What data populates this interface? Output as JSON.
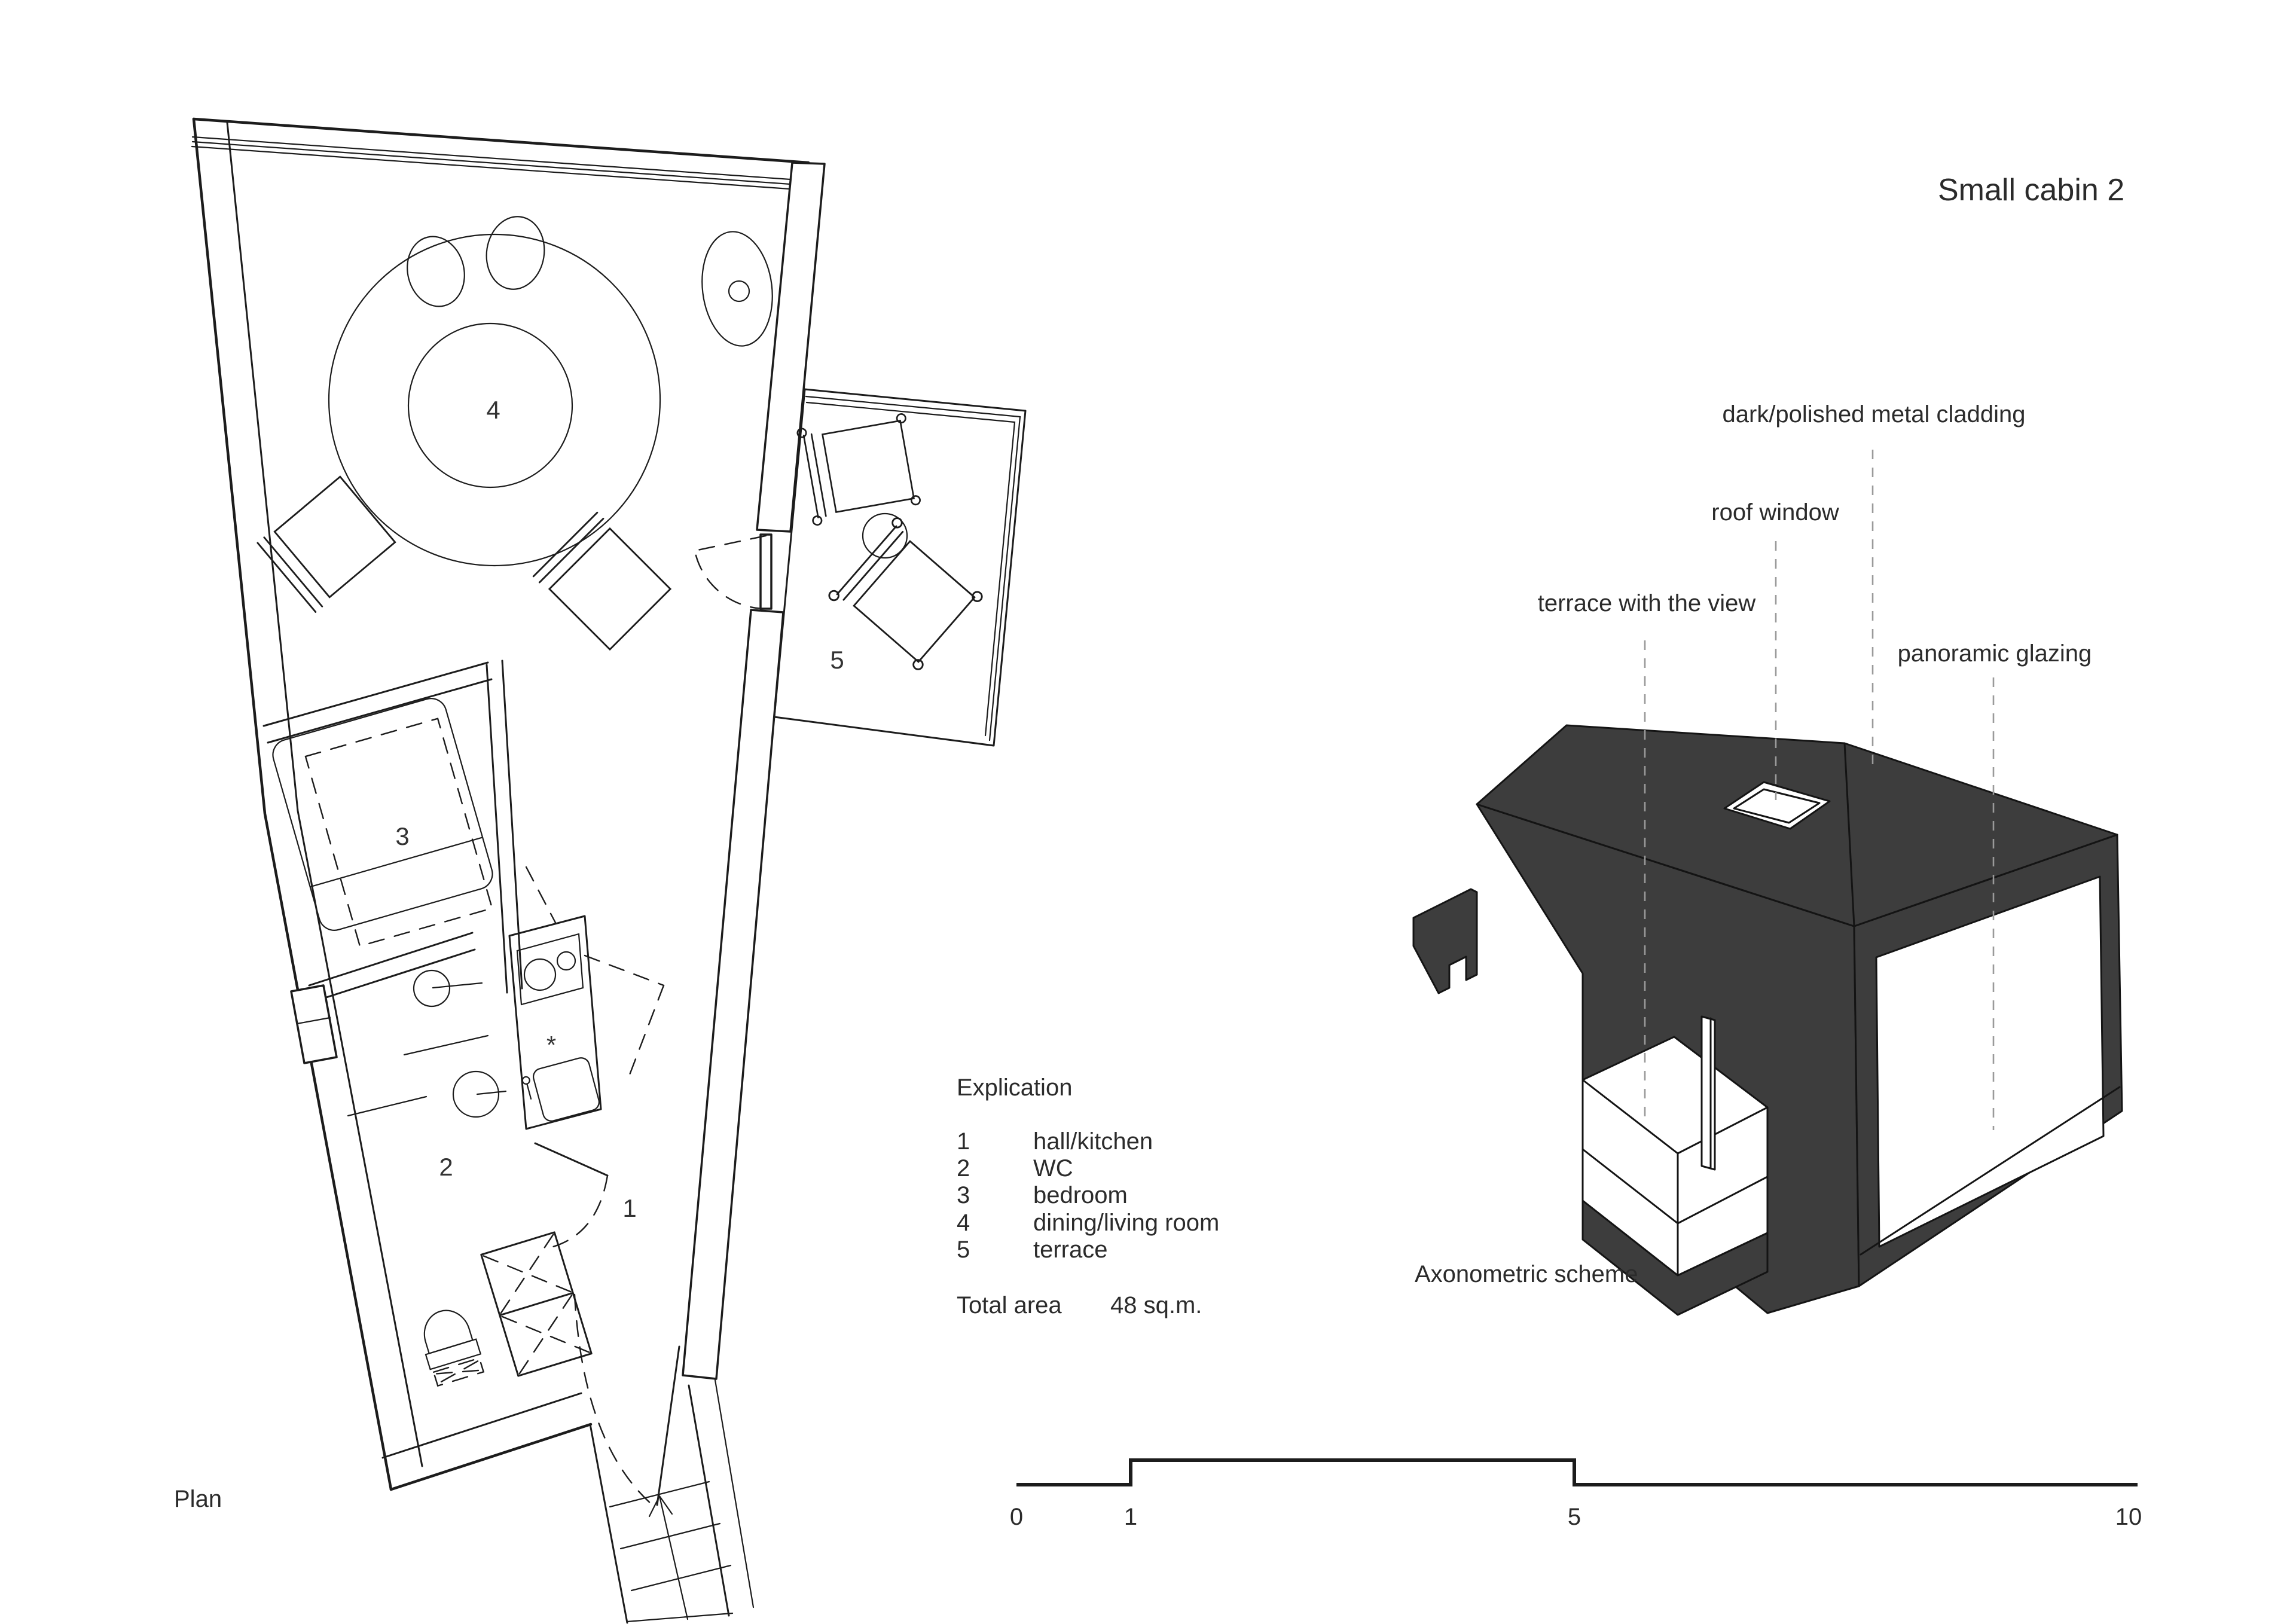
{
  "title": "Small cabin 2",
  "plan": {
    "caption": "Plan",
    "room_numbers": {
      "n1": "1",
      "n2": "2",
      "n3": "3",
      "n4": "4",
      "n5": "5"
    }
  },
  "explication": {
    "heading": "Explication",
    "items": [
      {
        "num": "1",
        "label": "hall/kitchen"
      },
      {
        "num": "2",
        "label": "WC"
      },
      {
        "num": "3",
        "label": "bedroom"
      },
      {
        "num": "4",
        "label": "dining/living room"
      },
      {
        "num": "5",
        "label": "terrace"
      }
    ],
    "total_label": "Total area",
    "total_value": "48 sq.m."
  },
  "axonometric": {
    "caption": "Axonometric scheme",
    "annotations": {
      "cladding": "dark/polished metal cladding",
      "roof_window": "roof window",
      "terrace": "terrace with the view",
      "glazing": "panoramic glazing"
    }
  },
  "scale_bar": {
    "ticks": [
      "0",
      "1",
      "5",
      "10"
    ]
  },
  "colors": {
    "cabin_dark": "#3d3d3d",
    "line": "#1c1c1c",
    "background": "#ffffff",
    "annotation_line": "#9a9a9a"
  }
}
